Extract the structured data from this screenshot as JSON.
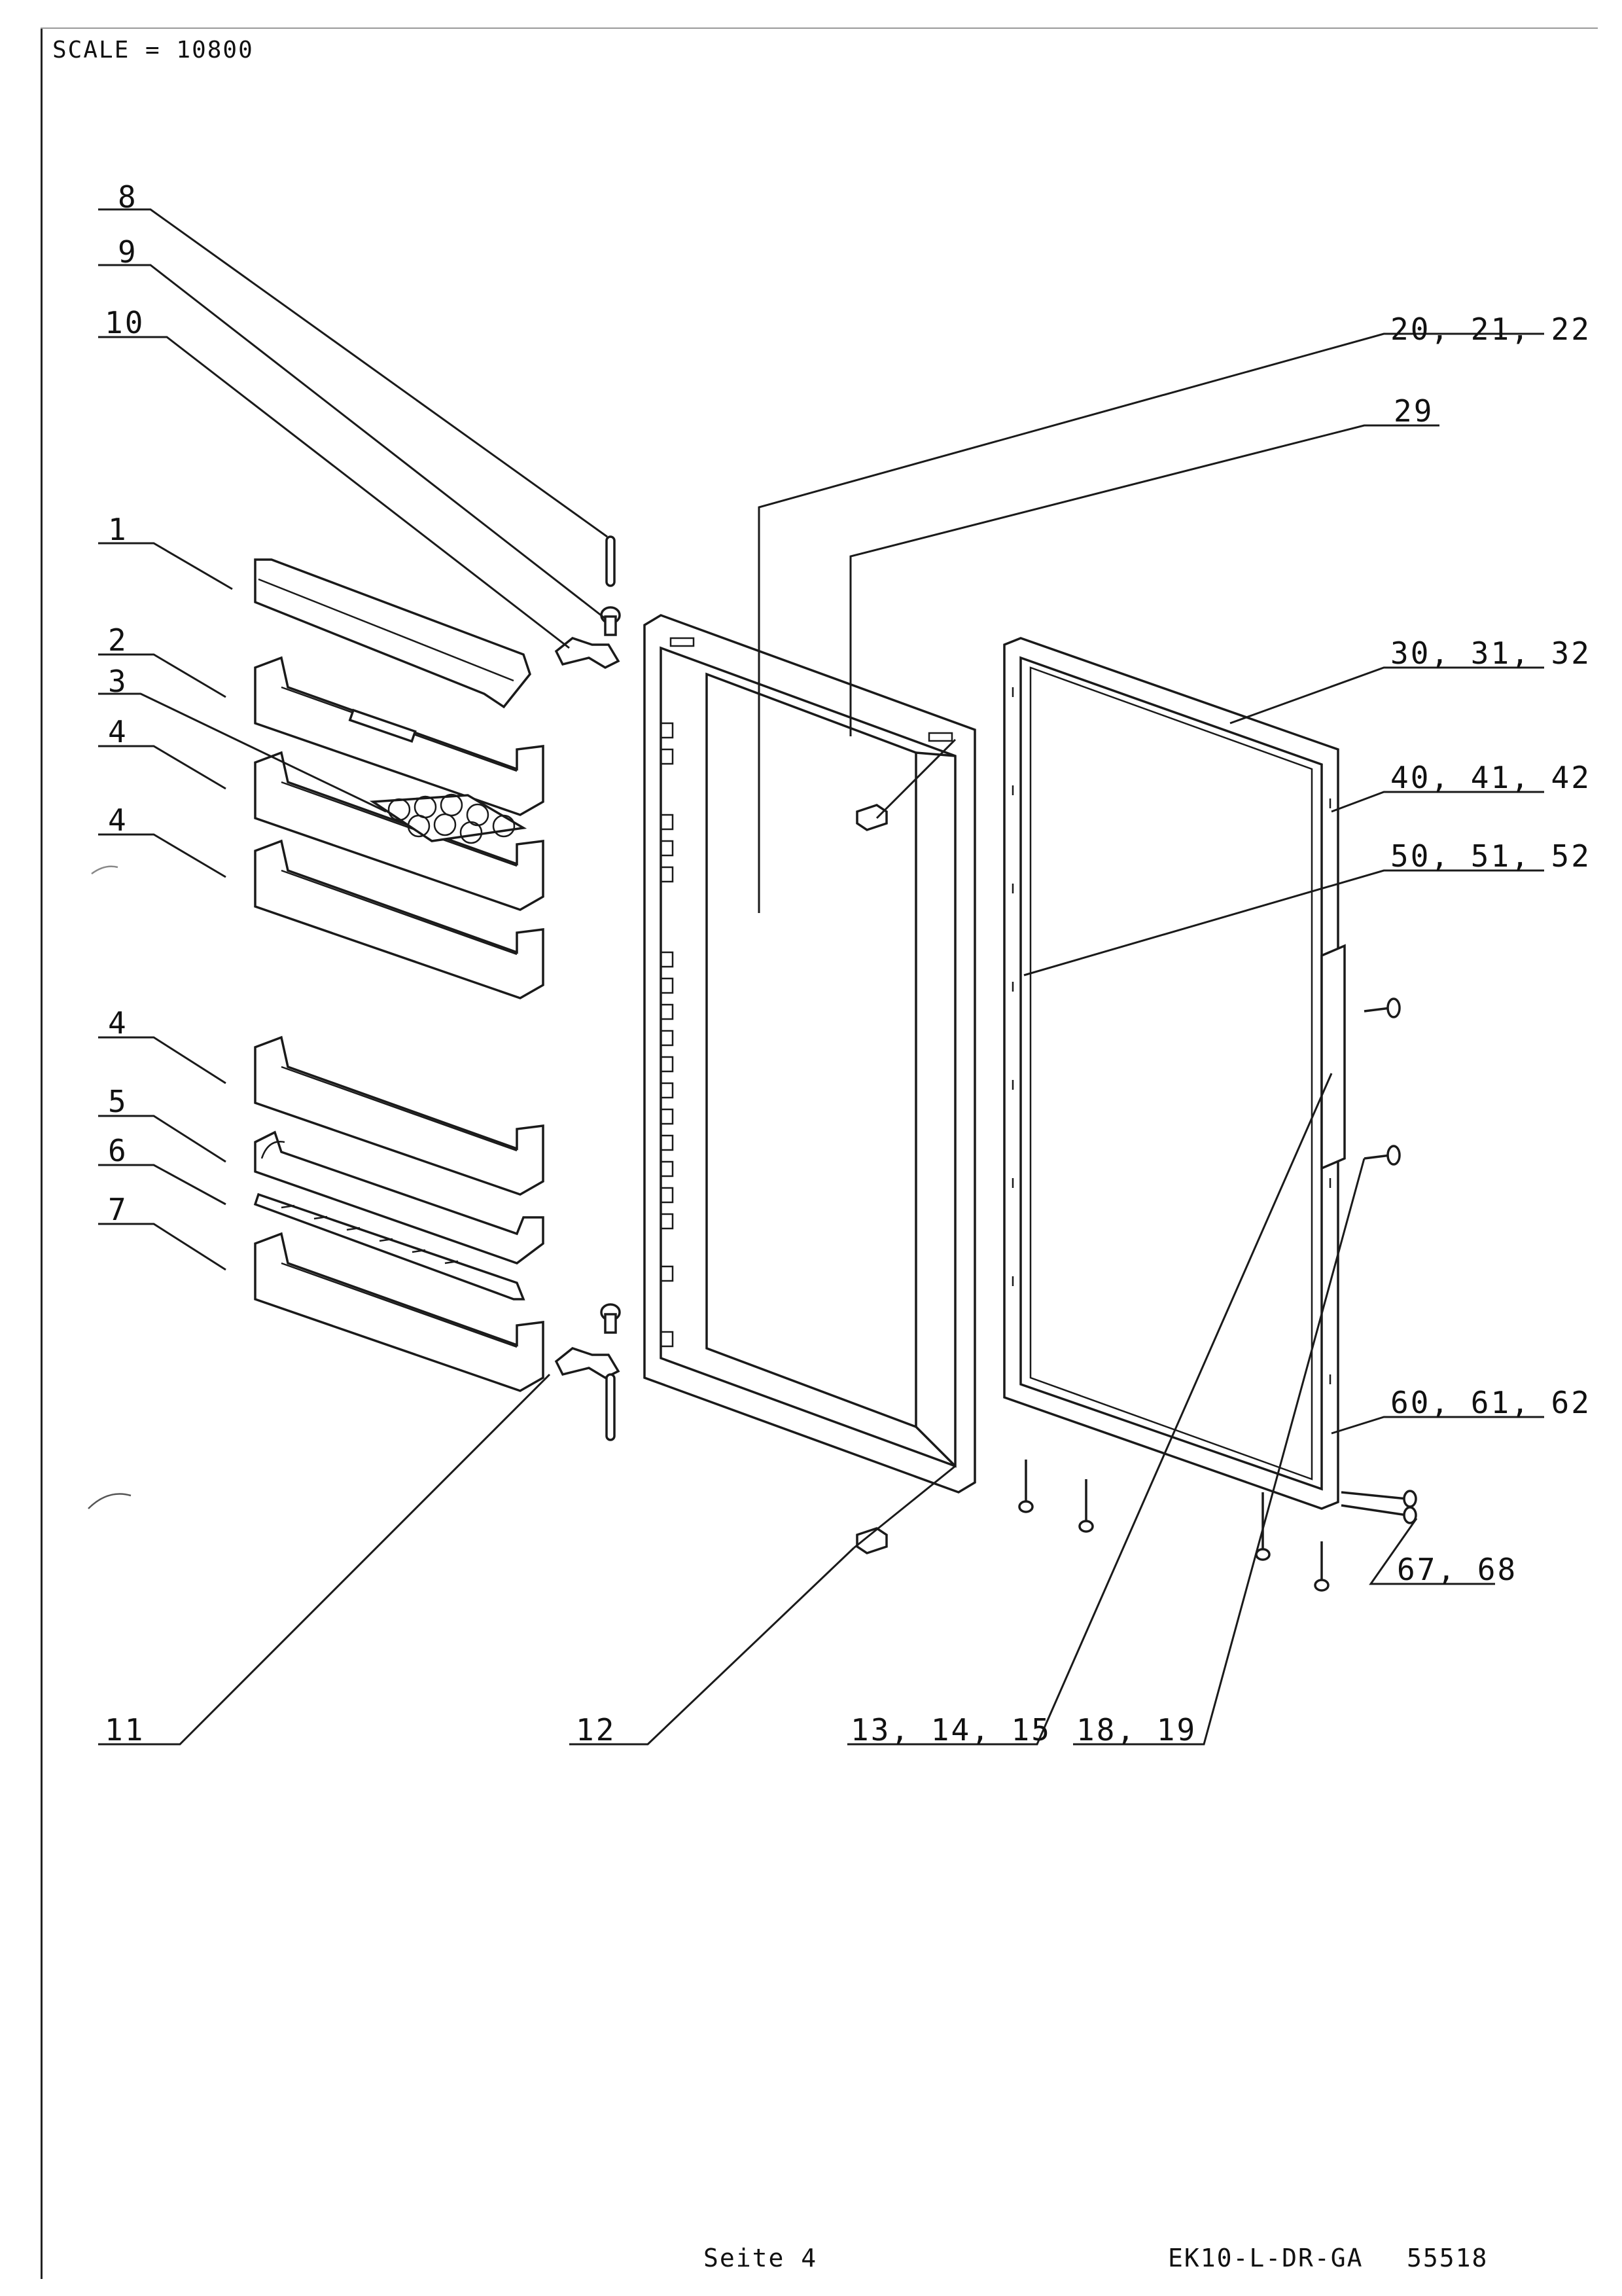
{
  "header": {
    "scale_text": "SCALE = 10800"
  },
  "callouts": [
    {
      "id": "c8",
      "text": "8"
    },
    {
      "id": "c9",
      "text": "9"
    },
    {
      "id": "c10",
      "text": "10"
    },
    {
      "id": "c1",
      "text": "1"
    },
    {
      "id": "c2",
      "text": "2"
    },
    {
      "id": "c3",
      "text": "3"
    },
    {
      "id": "c4a",
      "text": "4"
    },
    {
      "id": "c4b",
      "text": "4"
    },
    {
      "id": "c4c",
      "text": "4"
    },
    {
      "id": "c5",
      "text": "5"
    },
    {
      "id": "c6",
      "text": "6"
    },
    {
      "id": "c7",
      "text": "7"
    },
    {
      "id": "c11",
      "text": "11"
    },
    {
      "id": "c12",
      "text": "12"
    },
    {
      "id": "c13",
      "text": "13, 14, 15"
    },
    {
      "id": "c18",
      "text": "18, 19"
    },
    {
      "id": "c20",
      "text": "20, 21, 22"
    },
    {
      "id": "c29",
      "text": "29"
    },
    {
      "id": "c30",
      "text": "30, 31, 32"
    },
    {
      "id": "c40",
      "text": "40, 41, 42"
    },
    {
      "id": "c50",
      "text": "50, 51, 52"
    },
    {
      "id": "c60",
      "text": "60, 61, 62"
    },
    {
      "id": "c67",
      "text": "67, 68"
    }
  ],
  "footer": {
    "page": "Seite 4",
    "model": "EK10-L-DR-GA",
    "number": "55518"
  }
}
